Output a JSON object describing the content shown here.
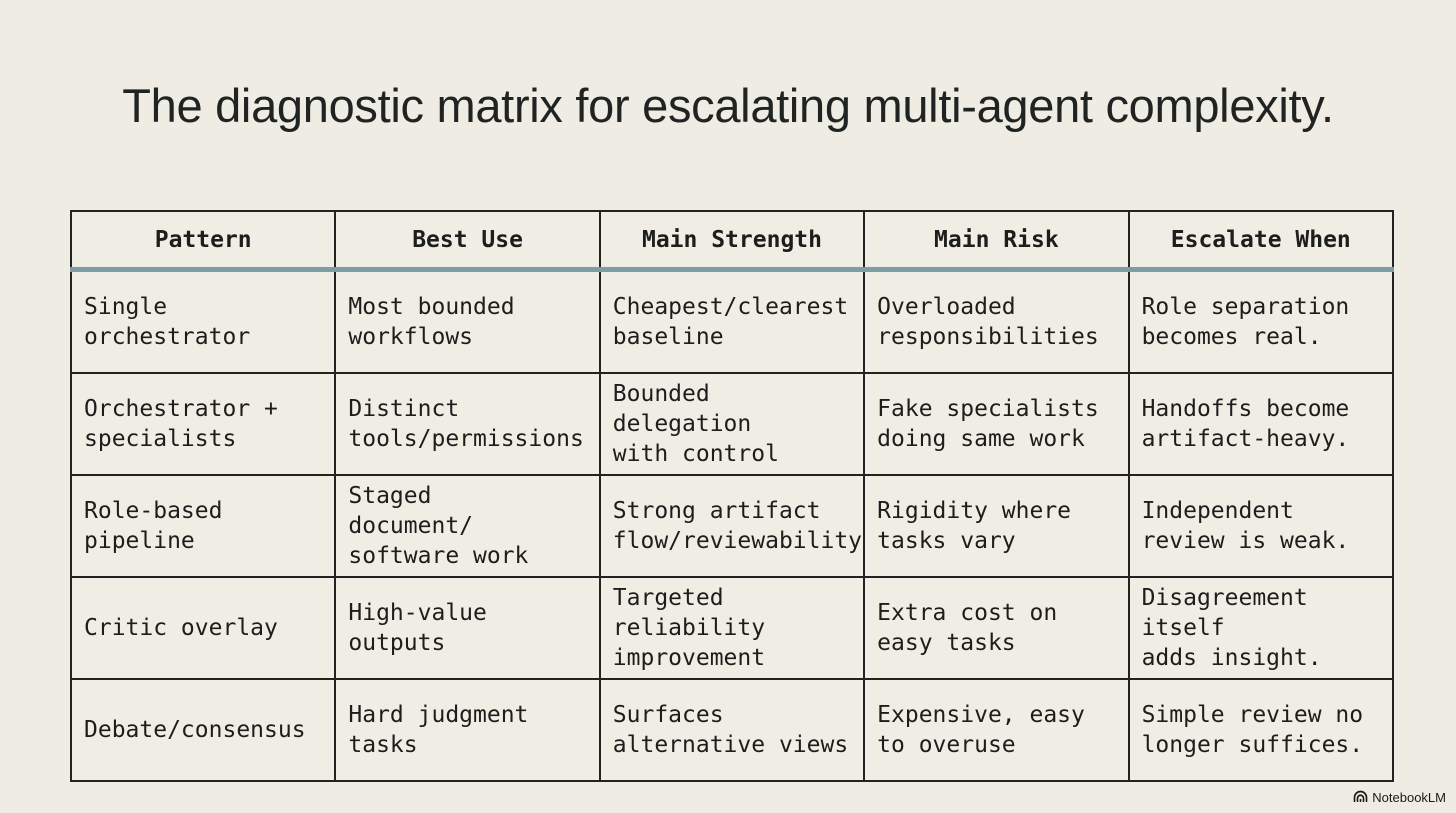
{
  "slide": {
    "title": "The diagnostic matrix for escalating multi-agent complexity."
  },
  "matrix": {
    "headers": [
      "Pattern",
      "Best Use",
      "Main Strength",
      "Main Risk",
      "Escalate When"
    ],
    "rows": [
      [
        "Single\norchestrator",
        "Most bounded\nworkflows",
        "Cheapest/clearest\nbaseline",
        "Overloaded\nresponsibilities",
        "Role separation\nbecomes real."
      ],
      [
        "Orchestrator +\nspecialists",
        "Distinct\ntools/permissions",
        "Bounded delegation\nwith control",
        "Fake specialists\ndoing same work",
        "Handoffs become\nartifact-heavy."
      ],
      [
        "Role-based\npipeline",
        "Staged\ndocument/\nsoftware work",
        "Strong artifact\nflow/reviewability",
        "Rigidity where\ntasks vary",
        "Independent\nreview is weak."
      ],
      [
        "Critic overlay",
        "High-value\noutputs",
        "Targeted reliability\nimprovement",
        "Extra cost on\neasy tasks",
        "Disagreement itself\nadds insight."
      ],
      [
        "Debate/consensus",
        "Hard judgment\ntasks",
        "Surfaces\nalternative views",
        "Expensive, easy\nto overuse",
        "Simple review no\nlonger suffices."
      ]
    ],
    "colors": {
      "header_divider": "#7e9ea3",
      "border": "#222222",
      "background": "#efece3"
    }
  },
  "branding": {
    "icon": "notebooklm-logo-icon",
    "label": "NotebookLM"
  }
}
